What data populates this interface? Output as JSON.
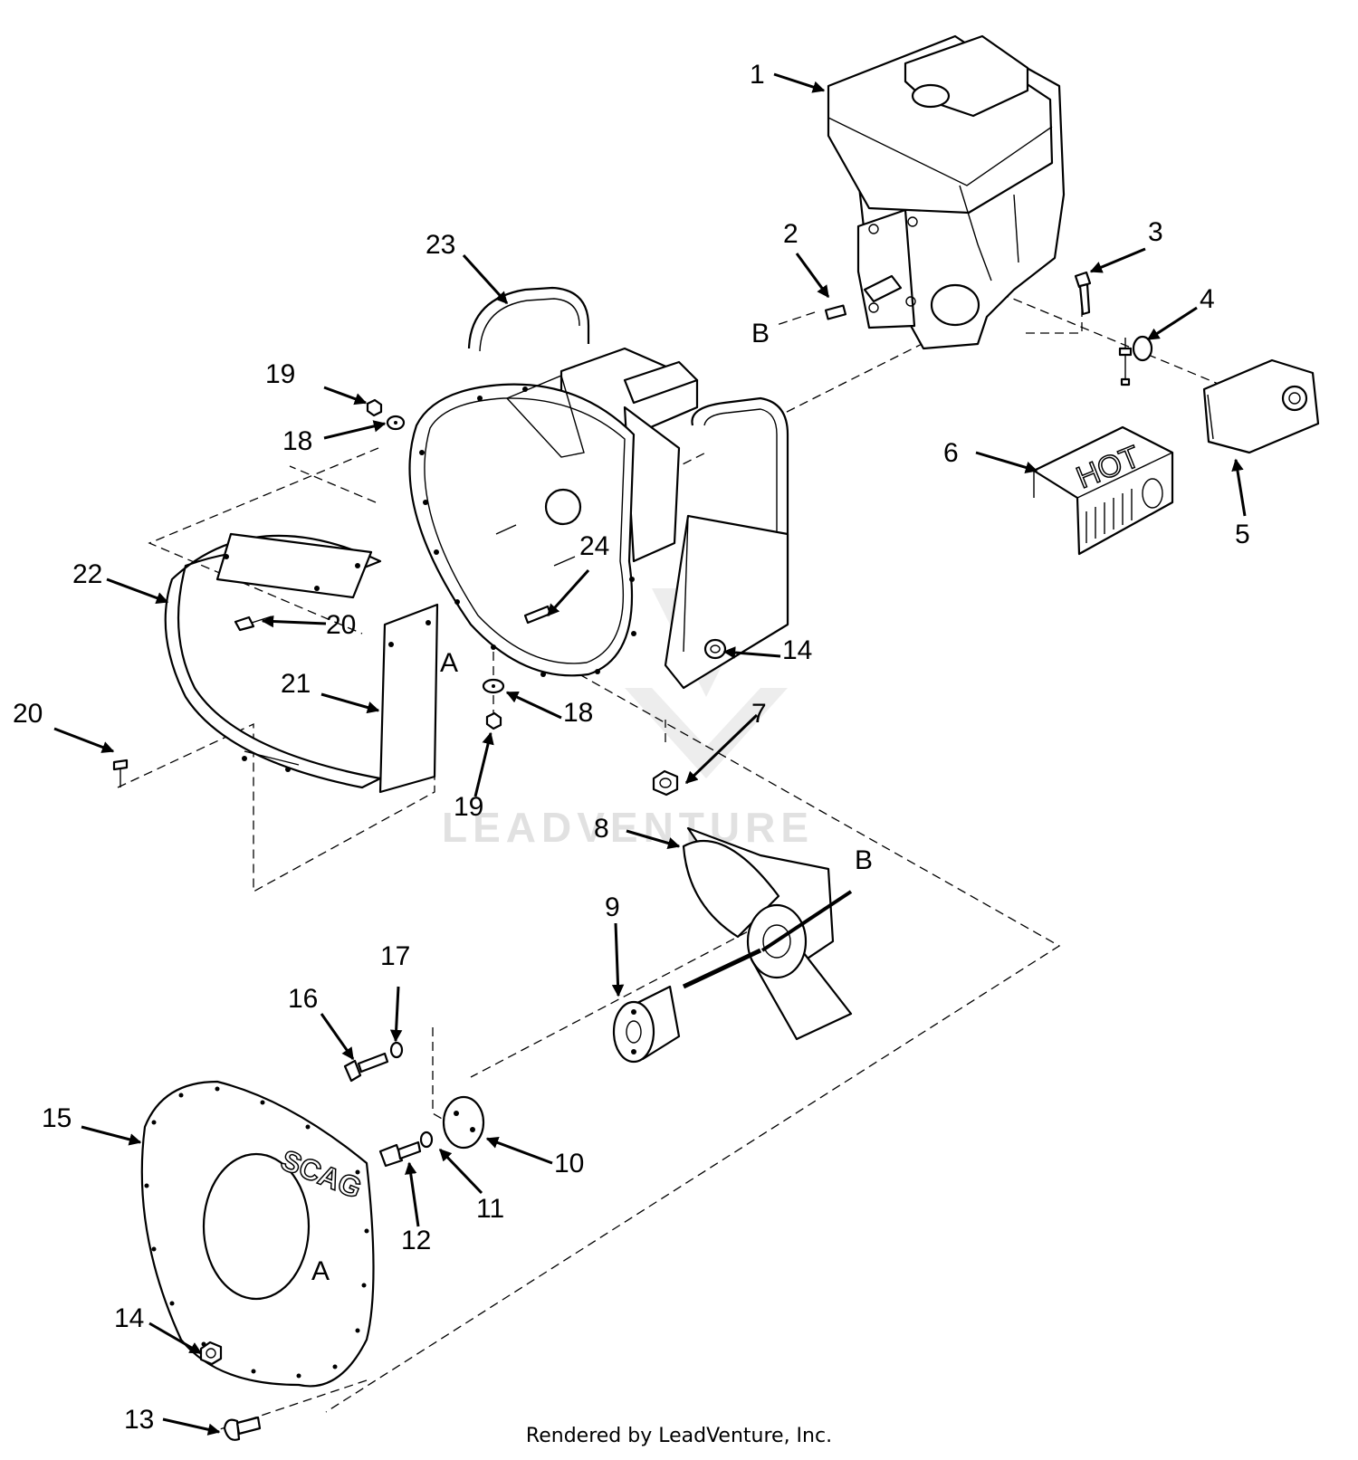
{
  "diagram": {
    "callouts": [
      {
        "num": "1",
        "name": "engine"
      },
      {
        "num": "2",
        "name": "shaft-key"
      },
      {
        "num": "3",
        "name": "bolt"
      },
      {
        "num": "4",
        "name": "clamp"
      },
      {
        "num": "5",
        "name": "air-filter"
      },
      {
        "num": "6",
        "name": "heat-shield"
      },
      {
        "num": "7",
        "name": "flange-nut"
      },
      {
        "num": "8",
        "name": "impeller"
      },
      {
        "num": "9",
        "name": "hub"
      },
      {
        "num": "10",
        "name": "retainer-plate"
      },
      {
        "num": "11",
        "name": "lock-washer"
      },
      {
        "num": "12",
        "name": "cap-screw"
      },
      {
        "num": "13",
        "name": "carriage-bolt"
      },
      {
        "num": "14",
        "name": "flange-nut"
      },
      {
        "num": "15",
        "name": "housing-cover"
      },
      {
        "num": "16",
        "name": "hex-bolt"
      },
      {
        "num": "17",
        "name": "washer"
      },
      {
        "num": "18",
        "name": "flat-washer"
      },
      {
        "num": "19",
        "name": "nut"
      },
      {
        "num": "20",
        "name": "screw"
      },
      {
        "num": "21",
        "name": "liner"
      },
      {
        "num": "22",
        "name": "outer-wrap"
      },
      {
        "num": "23",
        "name": "blower-housing"
      },
      {
        "num": "24",
        "name": "stud"
      }
    ],
    "reference_letters": [
      "A",
      "B"
    ],
    "labels": {
      "heat_shield": "HOT",
      "cover_brand": "SCAG"
    },
    "watermark": "LEADVENTURE"
  },
  "footer": "Rendered by LeadVenture, Inc."
}
